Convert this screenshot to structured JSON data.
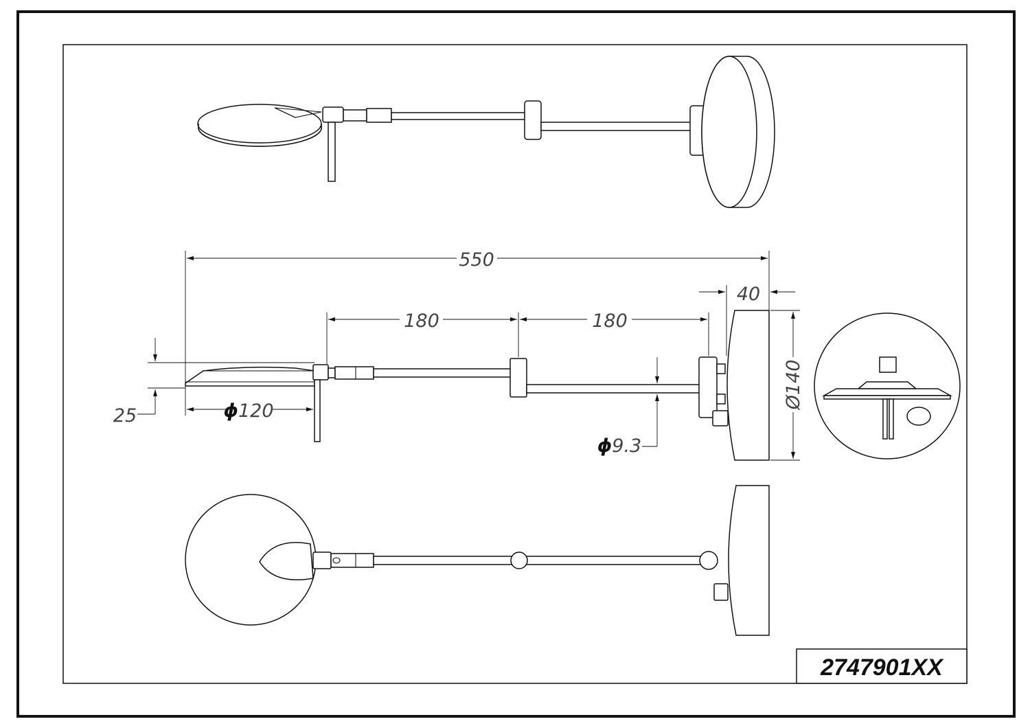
{
  "drawing": {
    "product_code": "2747901XX",
    "dimensions": {
      "overall_length": "550",
      "arm_segment_1": "180",
      "arm_segment_2": "180",
      "base_depth": "40",
      "base_diameter": "140",
      "head_diameter": "120",
      "head_height": "25",
      "rod_diameter": "9.3"
    },
    "symbols": {
      "diameter": "ϕ",
      "diameter_alt": "Ø"
    }
  }
}
